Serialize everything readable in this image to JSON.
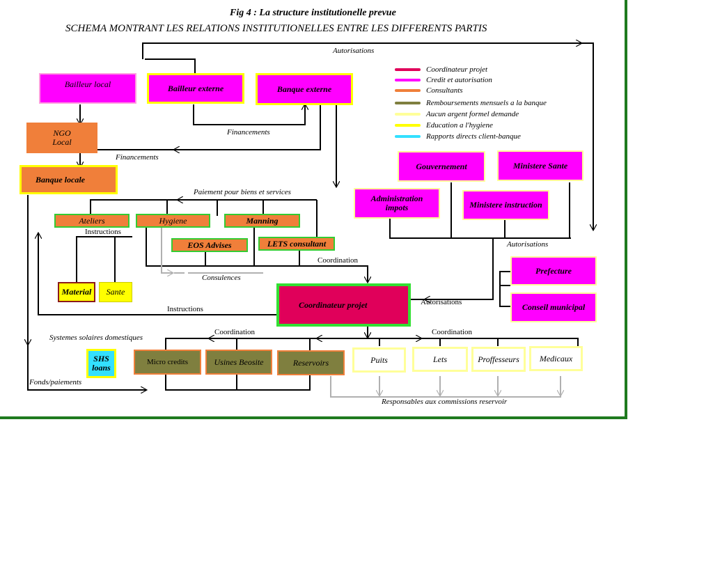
{
  "title": "Fig 4 :  La structure institutionelle prevue",
  "subtitle": "SCHEMA MONTRANT LES RELATIONS INSTITUTIONELLES ENTRE LES DIFFERENTS PARTIS",
  "colors": {
    "frame": "#1f7a1f",
    "magenta": "#ff00ff",
    "orange": "#f07f3a",
    "olive": "#7f7f3f",
    "yellow": "#ffff00",
    "green_border": "#33cc33",
    "crimson": "#e0005a",
    "cyan": "#33e0ff",
    "pale_yellow": "#ffff99",
    "gray_line": "#b0b0b0"
  },
  "legend": [
    {
      "label": "Coordinateur projet",
      "color": "#e0005a"
    },
    {
      "label": "Credit et autorisation",
      "color": "#ff00ff"
    },
    {
      "label": "Consultants",
      "color": "#f07f3a"
    },
    {
      "label": "Remboursements mensuels a la banque",
      "color": "#7f7f3f"
    },
    {
      "label": "Aucun argent formel demande",
      "color": "#ffff99"
    },
    {
      "label": "Education a l'hygiene",
      "color": "#ffff00"
    },
    {
      "label": "Rapports directs client-banque",
      "color": "#33e0ff"
    }
  ],
  "nodes": {
    "bailleur_local": "Bailleur local",
    "bailleur_externe": "Bailleur externe",
    "banque_externe": "Banque externe",
    "ngo_local_1": "NGO",
    "ngo_local_2": "Local",
    "banque_locale": "Banque locale",
    "ateliers": "Ateliers",
    "hygiene": "Hygiene",
    "manning": "Manning",
    "eos_advises": "EOS Advises",
    "lets_consultant": "LETS consultant",
    "material": "Material",
    "sante": "Sante",
    "coordinateur_projet": "Coordinateur projet",
    "gouvernement": "Gouvernement",
    "ministere_sante": "Ministere Sante",
    "administration_impots_1": "Administration",
    "administration_impots_2": "impots",
    "ministere_instruction": "Ministere instruction",
    "prefecture": "Prefecture",
    "conseil_municipal": "Conseil municipal",
    "shs_loans_1": "SHS",
    "shs_loans_2": "loans",
    "micro_credits": "Micro credits",
    "usines_beosite": "Usines Beosite",
    "reservoirs": "Reservoirs",
    "puits": "Puits",
    "lets": "Lets",
    "proffesseurs": "Proffesseurs",
    "medicaux": "Medicaux"
  },
  "labels": {
    "autorisations_top": "Autorisations",
    "financements_1": "Financements",
    "financements_2": "Financements",
    "paiement": "Paiement pour biens et services",
    "instructions_1": "Instructions",
    "instructions_2": "Instructions",
    "coordination_1": "Coordination",
    "coordination_2": "Coordination",
    "coordination_3": "Coordination",
    "consulences": "Consulences",
    "autorisations_mid": "Autorisations",
    "autorisations_right": "Autorisations",
    "systemes_solaires": "Systemes solaires domestiques",
    "fonds_paiements": "Fonds/paiements",
    "responsables": "Responsables aux commissions reservoir"
  }
}
